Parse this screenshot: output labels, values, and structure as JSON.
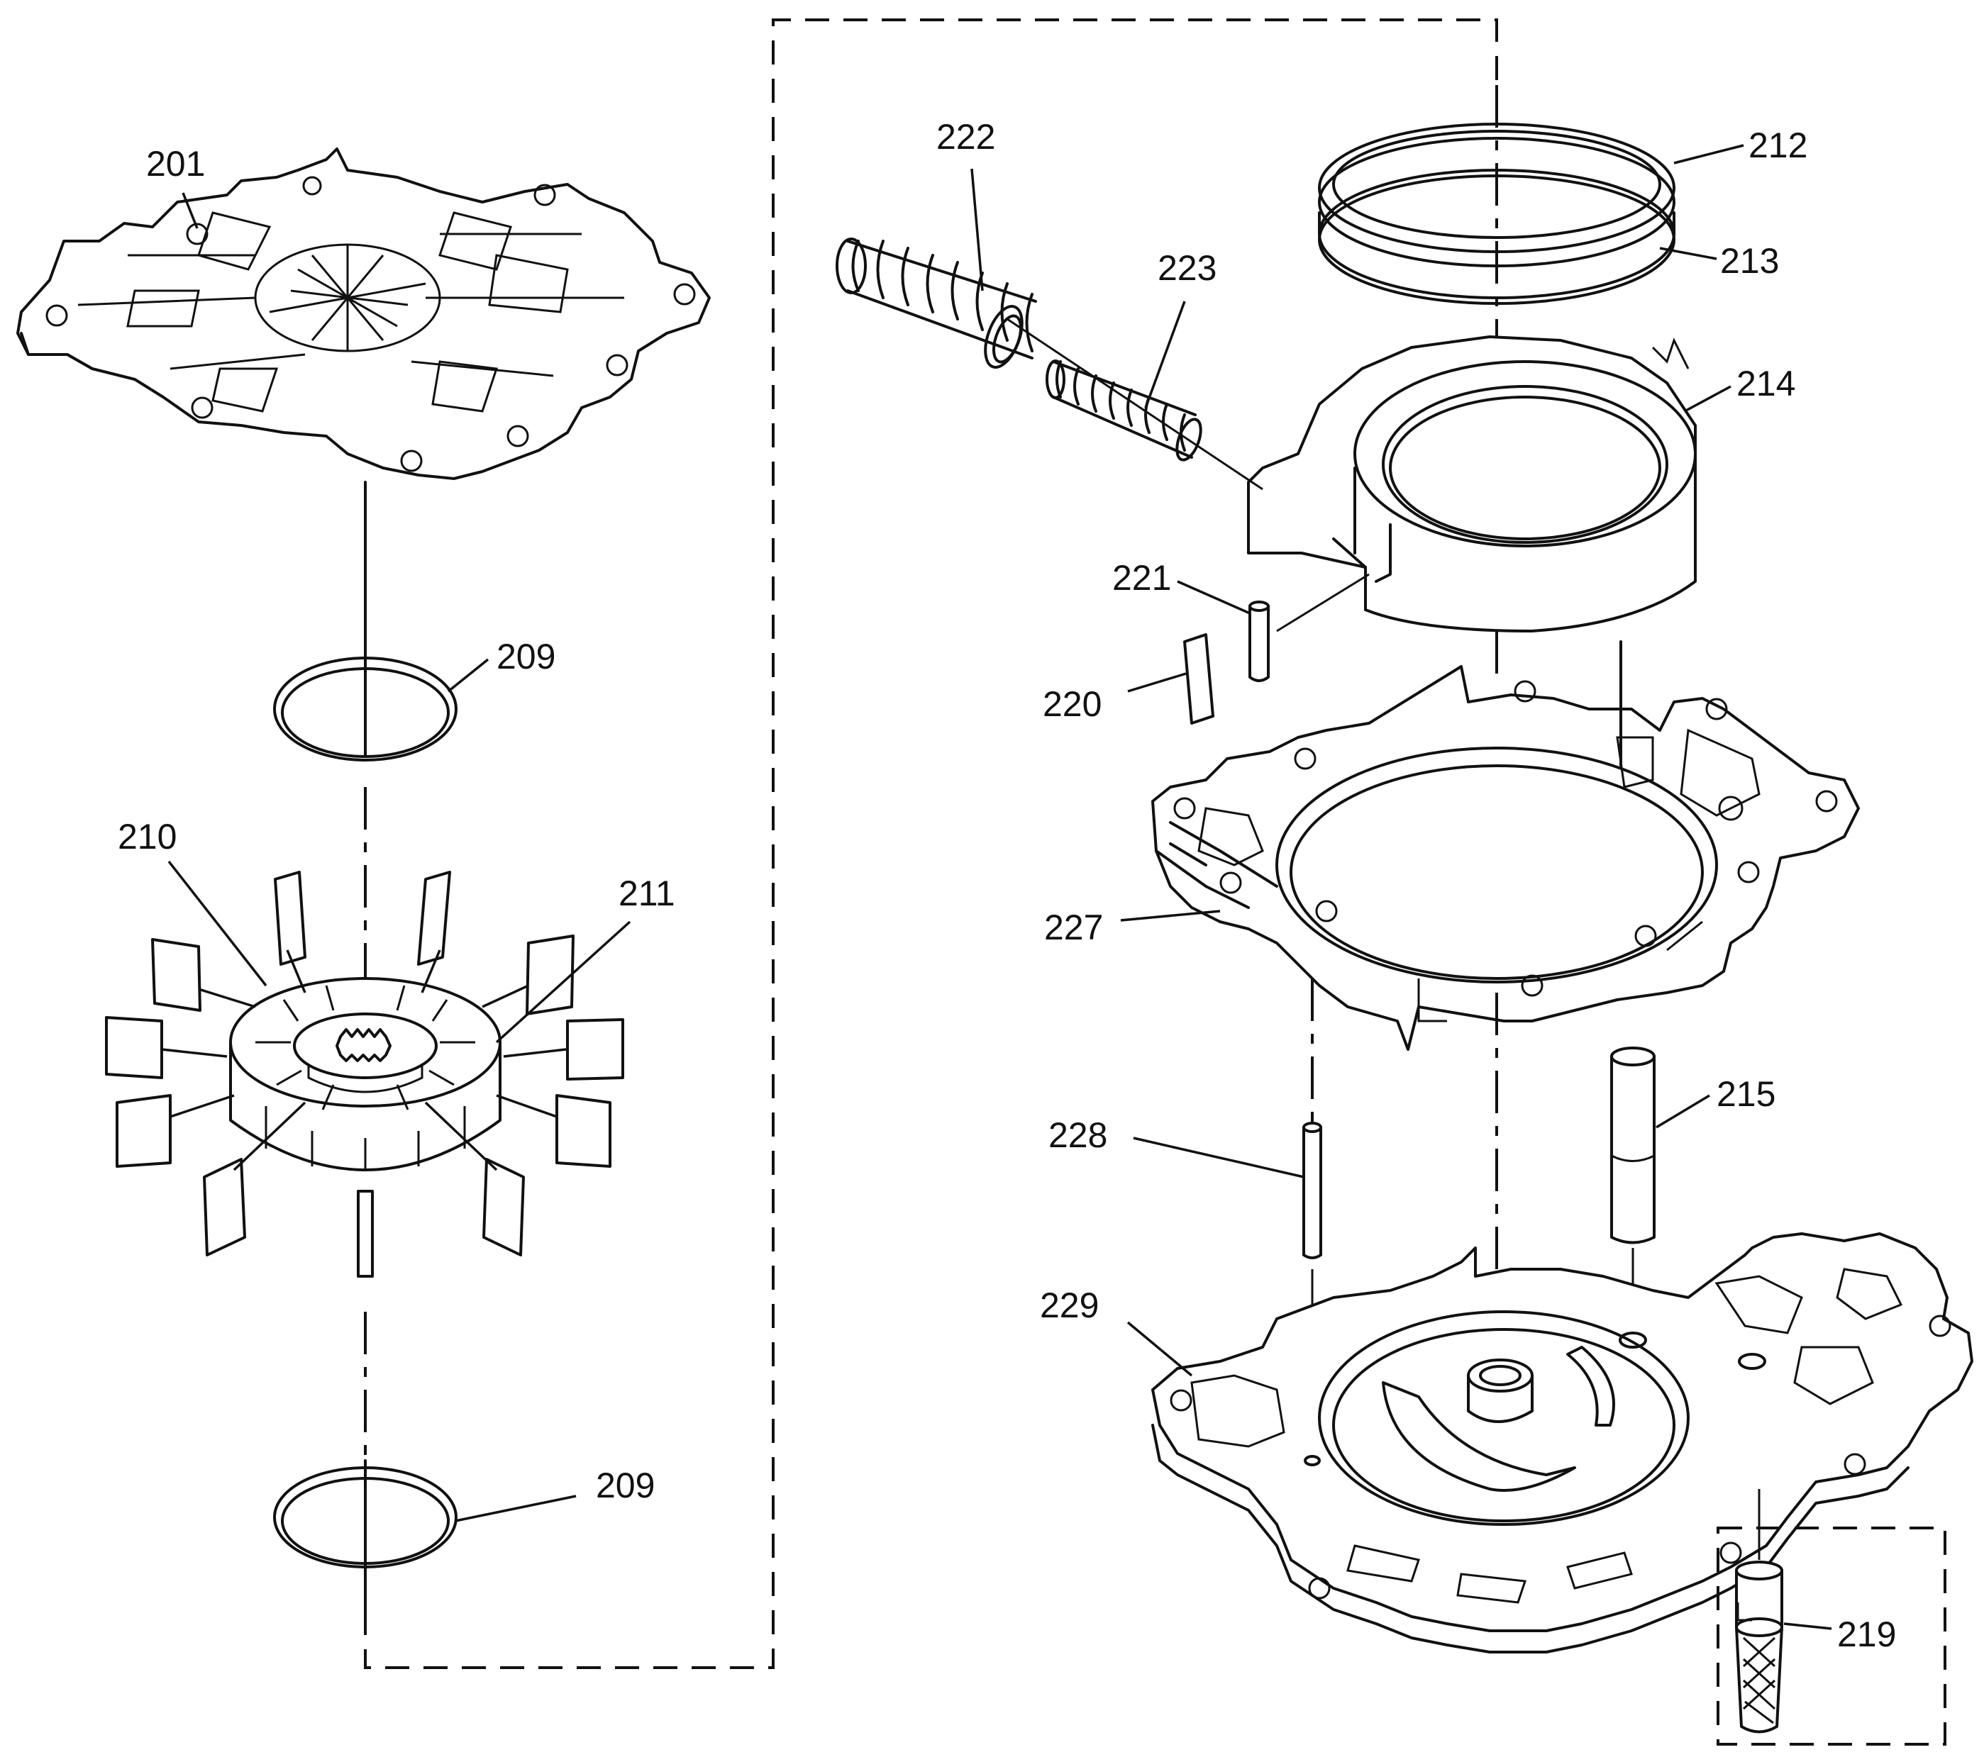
{
  "callouts": [
    {
      "id": "201",
      "text": "201"
    },
    {
      "id": "209a",
      "text": "209"
    },
    {
      "id": "209b",
      "text": "209"
    },
    {
      "id": "210",
      "text": "210"
    },
    {
      "id": "211",
      "text": "211"
    },
    {
      "id": "212",
      "text": "212"
    },
    {
      "id": "213",
      "text": "213"
    },
    {
      "id": "214",
      "text": "214"
    },
    {
      "id": "215",
      "text": "215"
    },
    {
      "id": "219",
      "text": "219"
    },
    {
      "id": "220",
      "text": "220"
    },
    {
      "id": "221",
      "text": "221"
    },
    {
      "id": "222",
      "text": "222"
    },
    {
      "id": "223",
      "text": "223"
    },
    {
      "id": "227",
      "text": "227"
    },
    {
      "id": "228",
      "text": "228"
    },
    {
      "id": "229",
      "text": "229"
    }
  ]
}
